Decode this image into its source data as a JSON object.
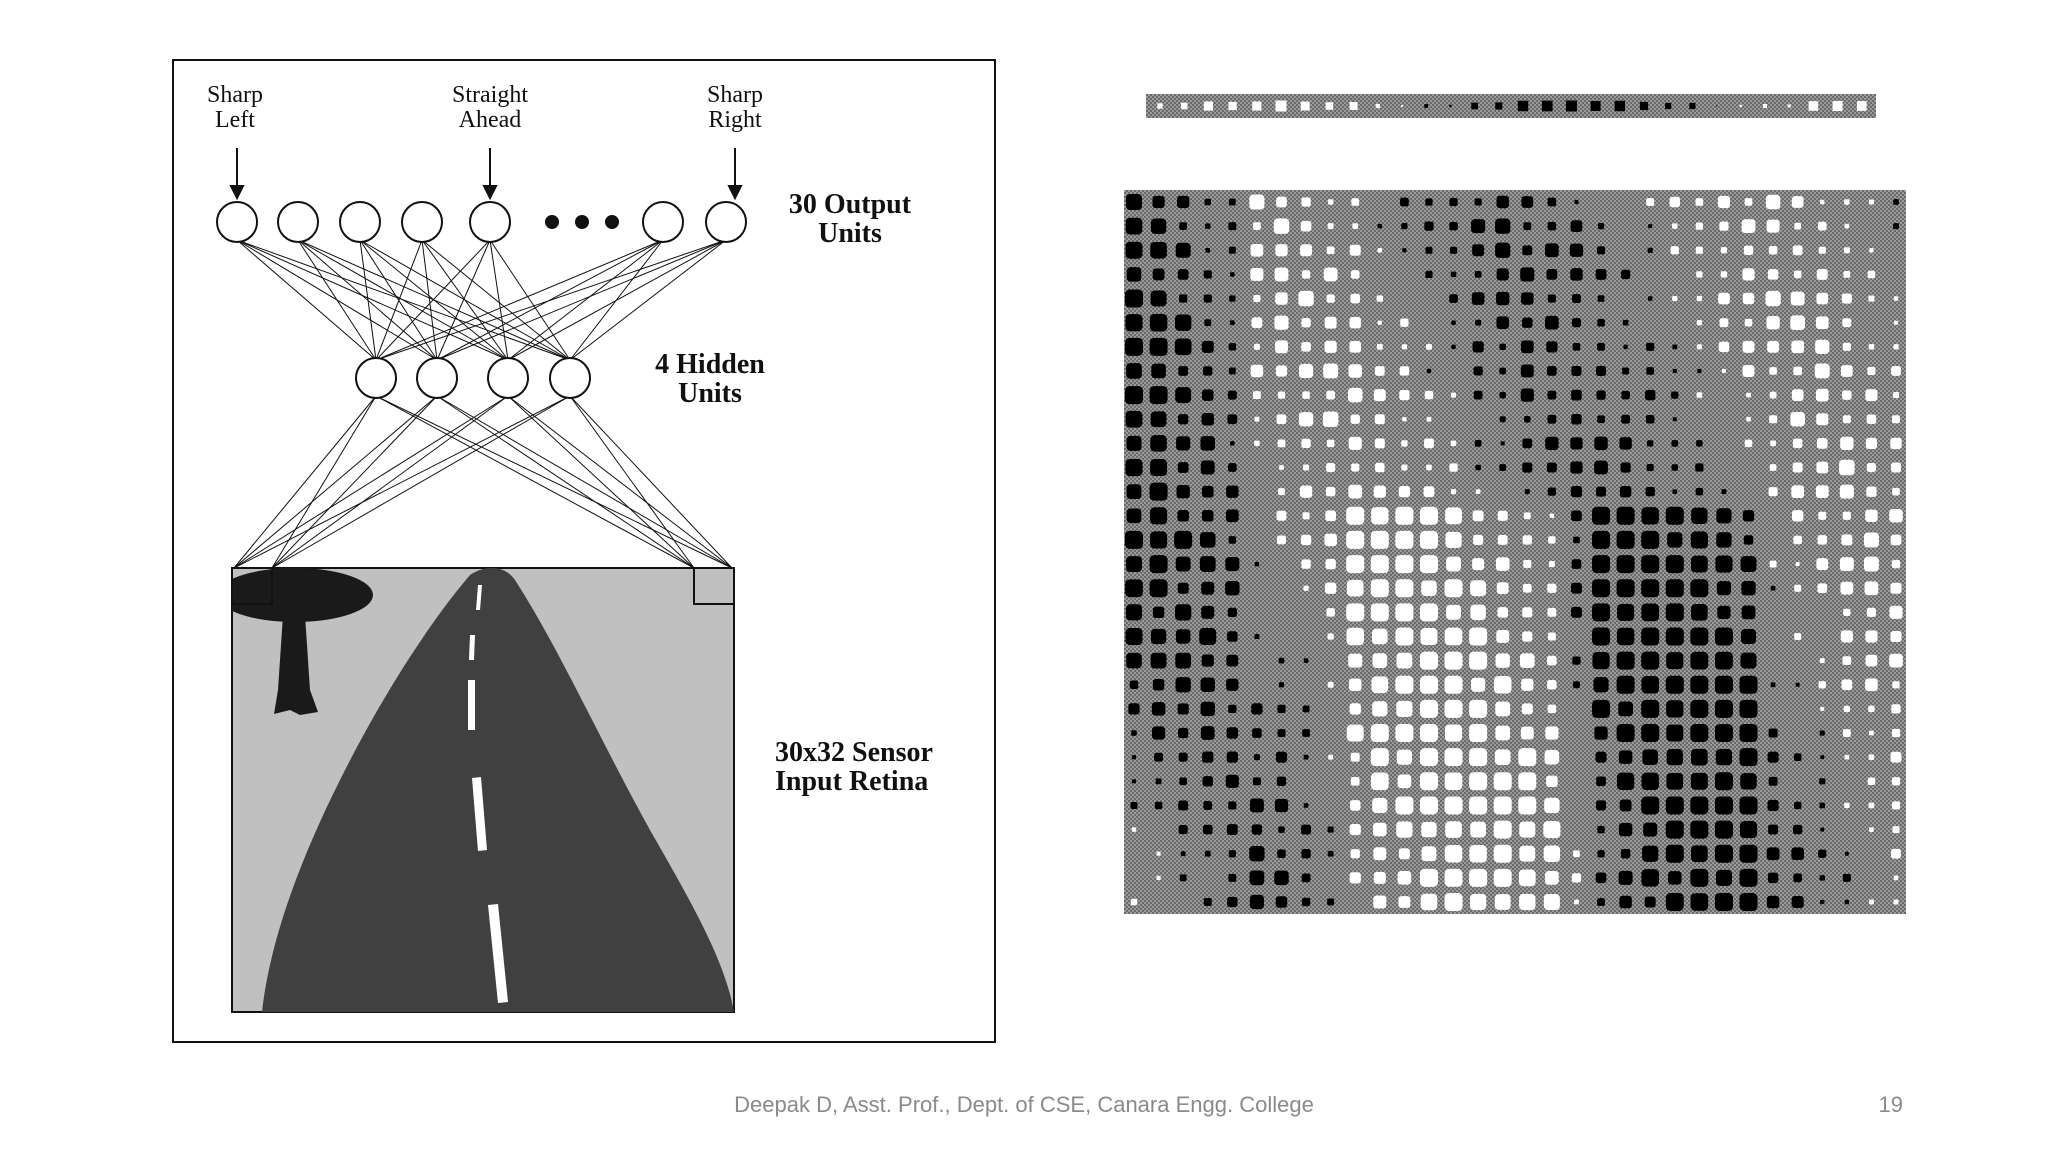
{
  "diagram": {
    "output_labels": {
      "sharp_left": [
        "Sharp",
        "Left"
      ],
      "straight_ahead": [
        "Straight",
        "Ahead"
      ],
      "sharp_right": [
        "Sharp",
        "Right"
      ]
    },
    "output_units_label": [
      "30 Output",
      "Units"
    ],
    "hidden_units_label": [
      "4 Hidden",
      "Units"
    ],
    "retina_label": [
      "30x32 Sensor",
      "Input Retina"
    ],
    "ellipsis": "• • •"
  },
  "footer": {
    "credit": "Deepak D, Asst. Prof., Dept. of CSE, Canara Engg. College",
    "page_number": "19"
  },
  "colors": {
    "road": "#404040",
    "retina_background": "#c0c0c0",
    "tree": "#1a1a1a",
    "weight_background": "#8c8c8c"
  }
}
